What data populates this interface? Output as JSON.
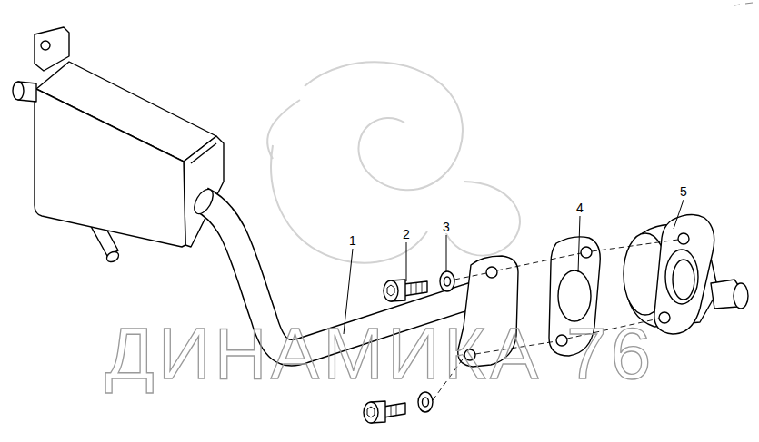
{
  "diagram": {
    "labels": [
      "1",
      "2",
      "3",
      "4",
      "5",
      "ДИНАМИКА 76"
    ]
  }
}
